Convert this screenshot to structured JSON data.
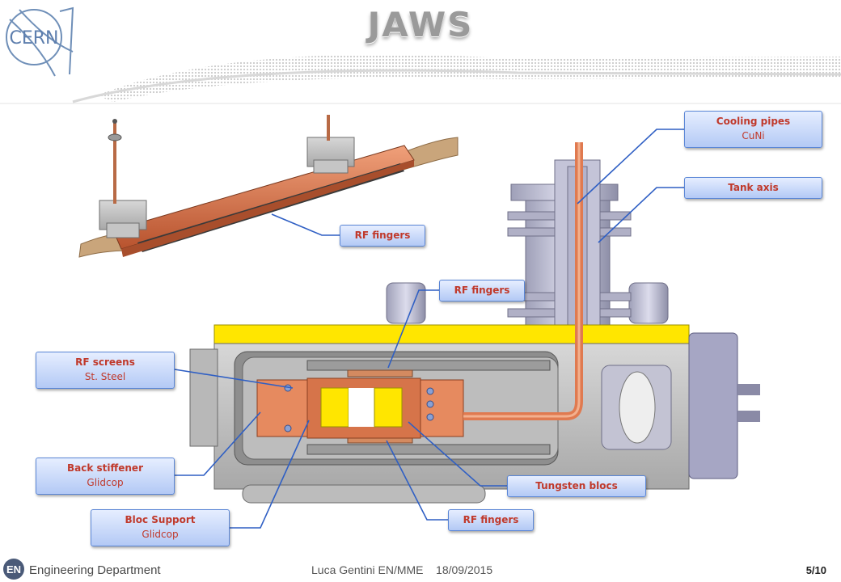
{
  "header": {
    "title": "JAWS",
    "logo_text": "CERN"
  },
  "callouts": {
    "cooling_pipes": {
      "title": "Cooling pipes",
      "sub": "CuNi"
    },
    "tank_axis": {
      "title": "Tank axis"
    },
    "rf_fingers_top": {
      "title": "RF fingers"
    },
    "rf_fingers_mid": {
      "title": "RF fingers"
    },
    "rf_screens": {
      "title": "RF screens",
      "sub": "St. Steel"
    },
    "back_stiffener": {
      "title": "Back stiffener",
      "sub": "Glidcop"
    },
    "bloc_support": {
      "title": "Bloc Support",
      "sub": "Glidcop"
    },
    "tungsten_blocs": {
      "title": "Tungsten blocs"
    },
    "rf_fingers_bottom": {
      "title": "RF fingers"
    }
  },
  "footer": {
    "department_logo": "EN",
    "department": "Engineering Department",
    "author": "Luca Gentini EN/MME    18/09/2015",
    "page": "5/10"
  },
  "colors": {
    "callout_text": "#c0392b",
    "callout_border": "#5a86d6",
    "copper": "#d9784f",
    "yellow": "#ffe600",
    "steel": "#b8b8c4",
    "leader": "#2f5fc4"
  }
}
